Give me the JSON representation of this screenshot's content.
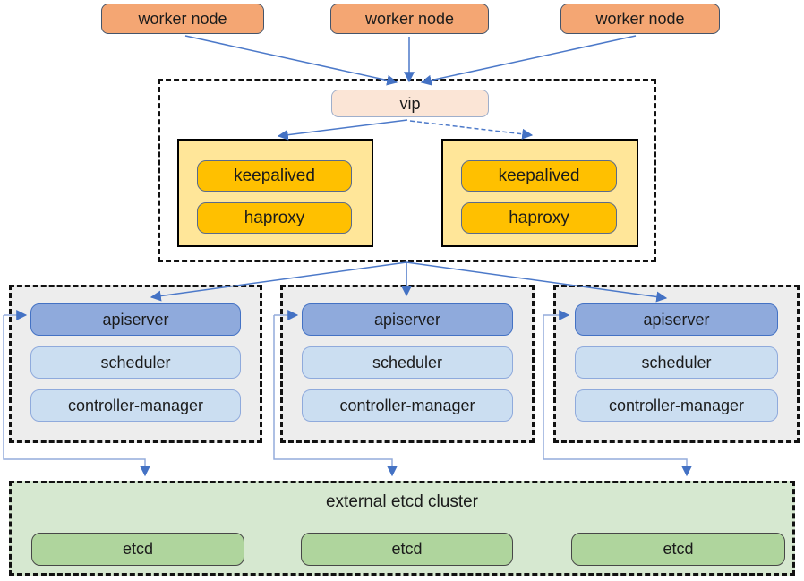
{
  "workers": [
    "worker node",
    "worker node",
    "worker node"
  ],
  "vip": "vip",
  "lb_nodes": [
    {
      "services": [
        "keepalived",
        "haproxy"
      ]
    },
    {
      "services": [
        "keepalived",
        "haproxy"
      ]
    }
  ],
  "master_nodes": [
    {
      "components": [
        "apiserver",
        "scheduler",
        "controller-manager"
      ]
    },
    {
      "components": [
        "apiserver",
        "scheduler",
        "controller-manager"
      ]
    },
    {
      "components": [
        "apiserver",
        "scheduler",
        "controller-manager"
      ]
    }
  ],
  "etcd_cluster": {
    "title": "external etcd cluster",
    "nodes": [
      "etcd",
      "etcd",
      "etcd"
    ]
  },
  "edges": [
    {
      "from": "worker-node-1",
      "to": "vip",
      "style": "solid-arrow"
    },
    {
      "from": "worker-node-2",
      "to": "vip",
      "style": "solid-arrow"
    },
    {
      "from": "worker-node-3",
      "to": "vip",
      "style": "solid-arrow"
    },
    {
      "from": "vip",
      "to": "lb-node-1",
      "style": "solid-arrow"
    },
    {
      "from": "vip",
      "to": "lb-node-2",
      "style": "dashed-arrow"
    },
    {
      "from": "lb-zone",
      "to": "master-node-1-apiserver",
      "style": "solid-arrow"
    },
    {
      "from": "lb-zone",
      "to": "master-node-2-apiserver",
      "style": "solid-arrow"
    },
    {
      "from": "lb-zone",
      "to": "master-node-3-apiserver",
      "style": "solid-arrow"
    },
    {
      "from": "master-node-1-apiserver",
      "to": "etcd-cluster",
      "style": "elbow-double-arrow"
    },
    {
      "from": "master-node-2-apiserver",
      "to": "etcd-cluster",
      "style": "elbow-double-arrow"
    },
    {
      "from": "master-node-3-apiserver",
      "to": "etcd-cluster",
      "style": "elbow-double-arrow"
    }
  ],
  "colors": {
    "worker_fill": "#F4A673",
    "worker_border": "#44546A",
    "vip_fill": "#FBE5D6",
    "lb_container_fill": "#FFE699",
    "lb_service_fill": "#FFC000",
    "apiserver_fill": "#8FAADC",
    "apiserver_border": "#4472C4",
    "component_fill": "#CBDEF1",
    "master_group_fill": "#EDEDED",
    "etcd_cluster_fill": "#D6E8D0",
    "etcd_fill": "#AFD59D",
    "arrow": "#4472C4",
    "elbow_line": "#94ACDB",
    "dashed_zone_border": "#111111"
  }
}
